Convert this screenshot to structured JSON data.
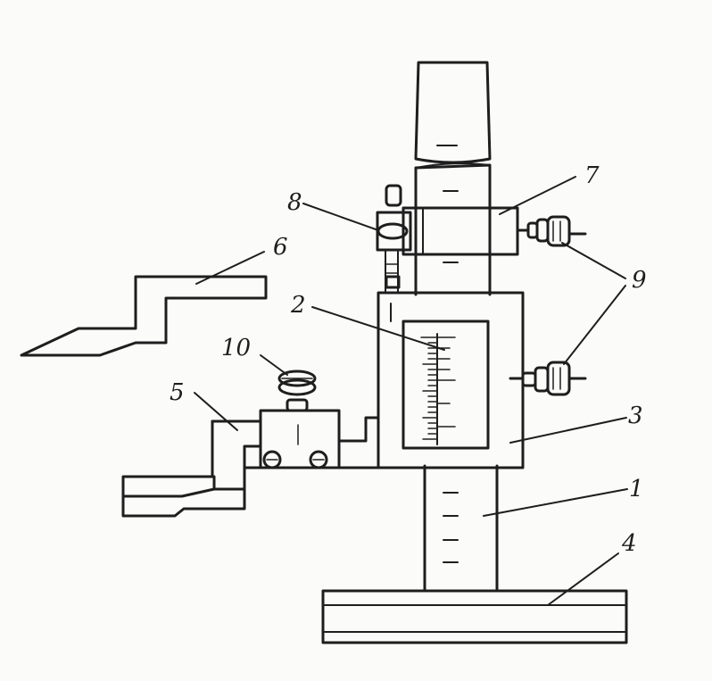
{
  "diagram": {
    "colors": {
      "paper": "#fbfbf9",
      "ink": "#1e1e1e"
    },
    "part_labels": {
      "column": "1",
      "scale": "2",
      "frame": "3",
      "base": "4",
      "holder": "5",
      "scriber": "6",
      "upper_clamp": "7",
      "fine_adjust": "8",
      "clamp_screws": "9",
      "holder_screw": "10"
    }
  }
}
